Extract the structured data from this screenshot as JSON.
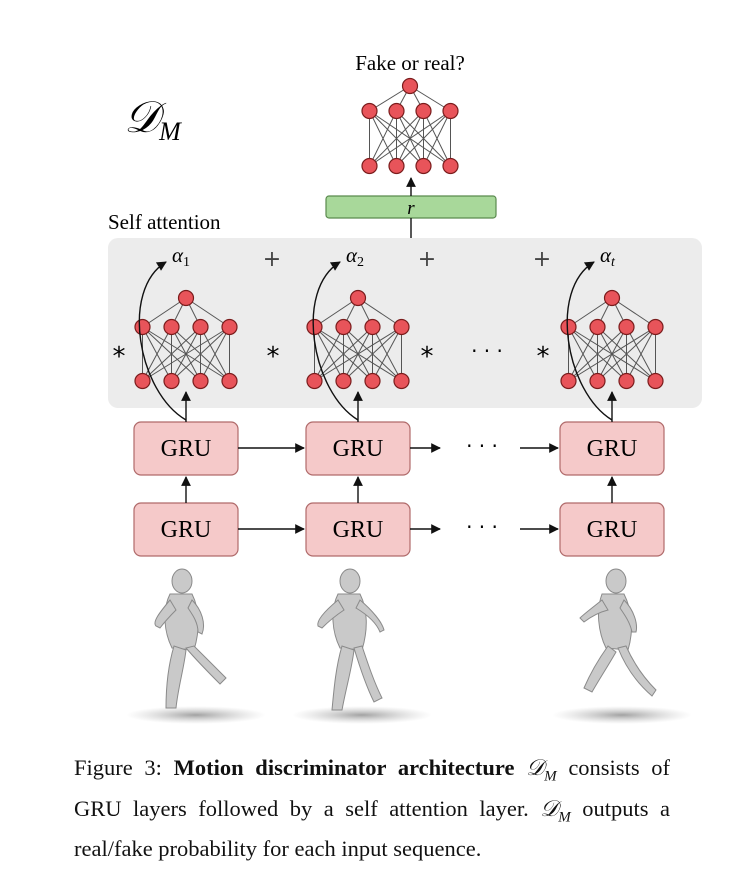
{
  "diagram": {
    "output_label": "Fake or real?",
    "title_symbol": "𝒟",
    "title_subscript": "M",
    "self_attention_label": "Self attention",
    "r_label": "r",
    "alphas": [
      {
        "sym": "α",
        "sub": "1"
      },
      {
        "sym": "α",
        "sub": "2"
      },
      {
        "sym": "α",
        "sub": "t"
      }
    ],
    "plus_symbol": "+",
    "star_symbol": "*",
    "ellipsis": "· · ·",
    "gru_label": "GRU",
    "colors": {
      "attention_bg": "#ececec",
      "gru_fill": "#f5c9c9",
      "gru_stroke": "#b06a6a",
      "node_fill": "#e8545a",
      "r_fill": "#a8d89a"
    }
  },
  "caption": {
    "prefix": "Figure 3: ",
    "bold": "Motion discriminator architecture",
    "dm_symbol": "𝒟",
    "dm_sub": "M",
    "part1": " consists of GRU layers followed by a self attention layer. ",
    "part2": " outputs a real/fake probability for each input sequence."
  }
}
